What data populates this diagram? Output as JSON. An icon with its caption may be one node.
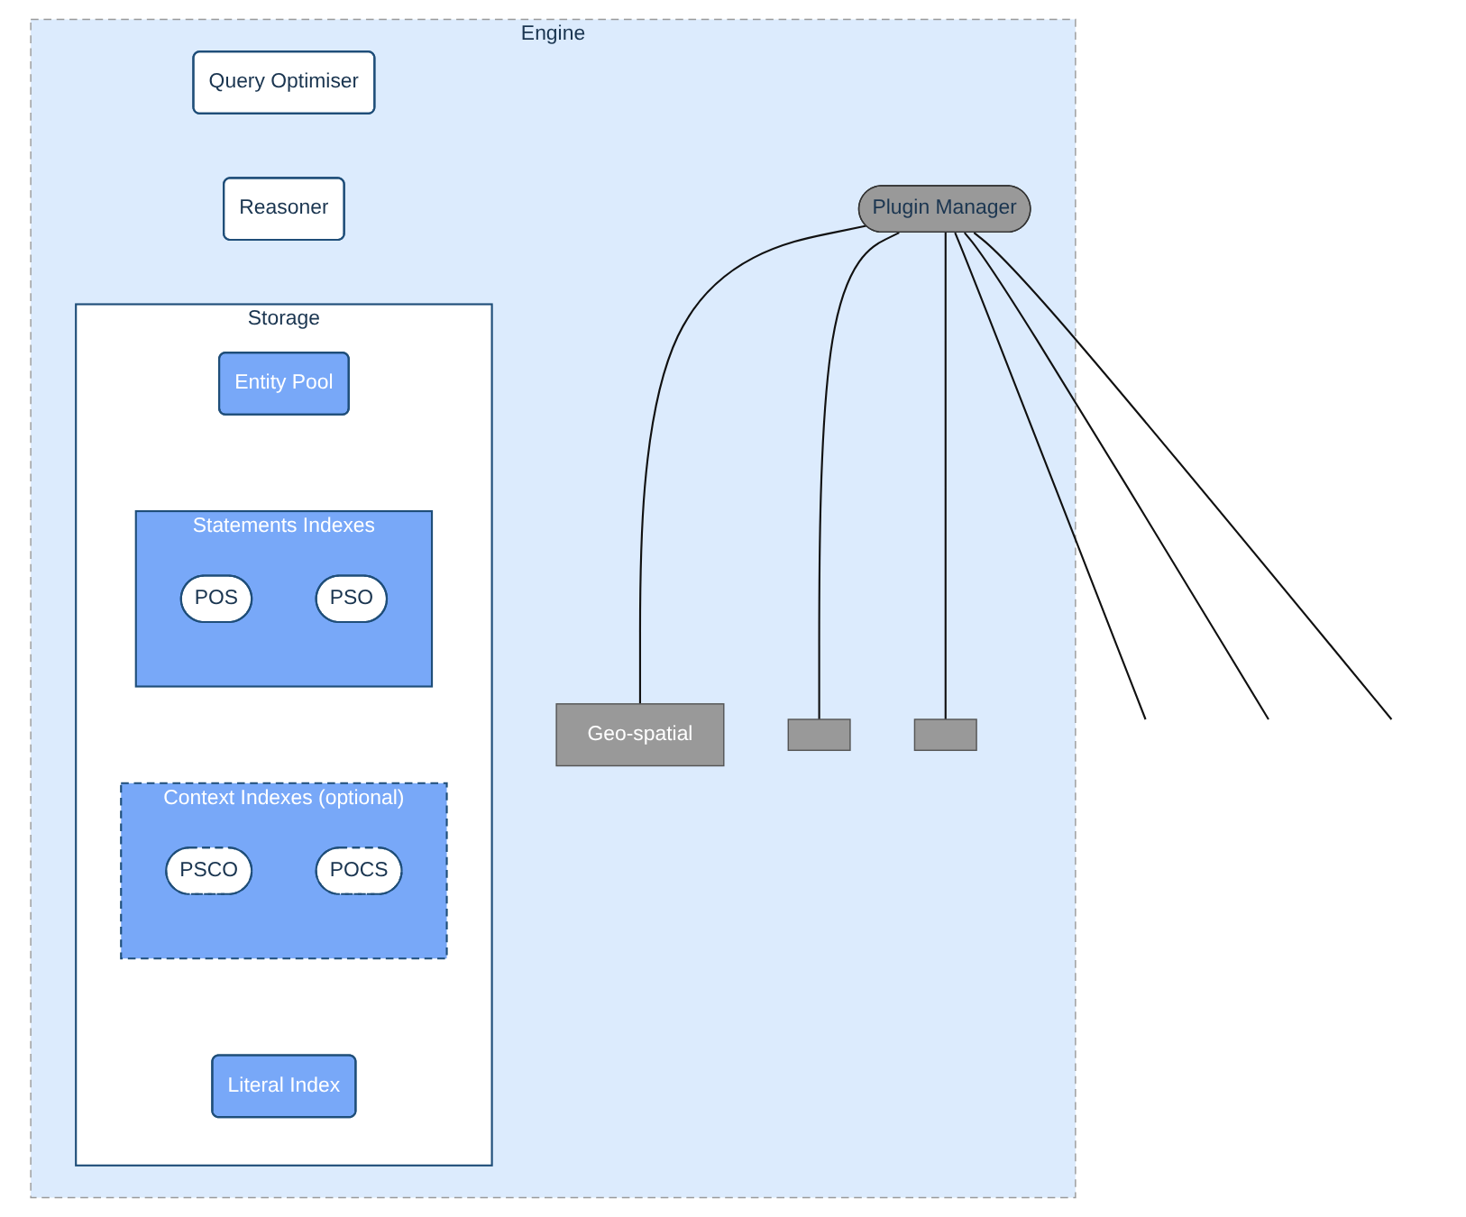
{
  "diagram": {
    "nodes": [
      {
        "text": [
          "Engine"
        ]
      },
      {
        "text": [
          "Query Optimiser"
        ],
        "in": 0
      },
      {
        "text": [
          "Reasoner"
        ],
        "in": 0
      },
      {
        "text": [
          "Storage"
        ],
        "in": 0
      },
      {
        "text": [
          "Entity Pool"
        ],
        "in": 3
      },
      {
        "text": [
          "Statements Indexes"
        ],
        "in": 3
      },
      {
        "text": [
          "POS"
        ],
        "in": 5
      },
      {
        "text": [
          "PSO"
        ],
        "in": 5
      },
      {
        "text": [
          "Context Indexes (optional)"
        ],
        "in": 3
      },
      {
        "text": [
          "PSCO"
        ],
        "in": 8
      },
      {
        "text": [
          "POCS"
        ],
        "in": 8
      },
      {
        "text": [
          "Literal Index"
        ],
        "in": 3
      },
      {
        "text": [
          "Geo-spatial"
        ],
        "in": 0
      },
      {
        "text": [
          "Plugin Manager"
        ],
        "in": 0
      },
      {
        "text": [],
        "shape": "box",
        "in": 0
      },
      {
        "text": [],
        "shape": "box",
        "in": 0
      }
    ],
    "edges": [
      {
        "from": 13,
        "to": 12,
        "arrow": "none"
      },
      {
        "from": 13,
        "to": null,
        "arrow": "none"
      },
      {
        "from": 13,
        "to": null,
        "arrow": "none"
      },
      {
        "from": 13,
        "to": null,
        "arrow": "none"
      },
      {
        "from": 13,
        "to": 14,
        "arrow": "none"
      },
      {
        "from": 13,
        "to": 15,
        "arrow": "none"
      }
    ]
  }
}
